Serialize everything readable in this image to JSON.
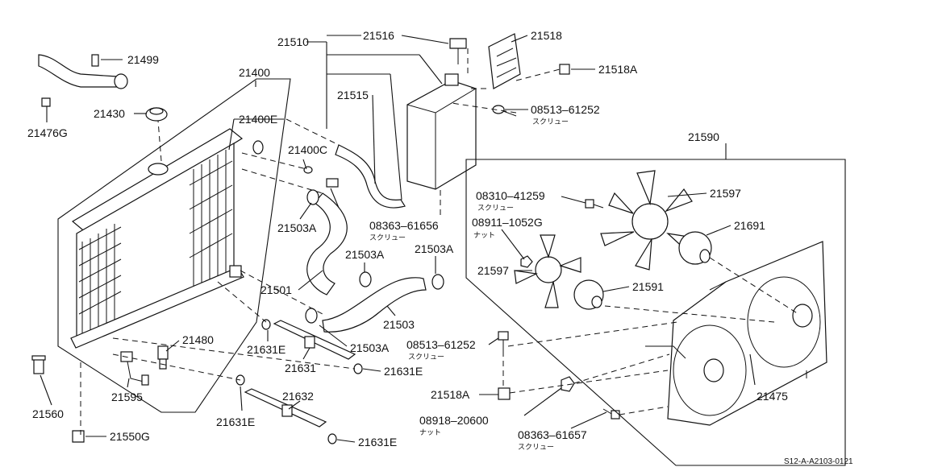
{
  "diagram": {
    "footer_code": "S12-A-A2103-0121",
    "callouts": [
      {
        "id": "21499",
        "text": "21499"
      },
      {
        "id": "21476G",
        "text": "21476G"
      },
      {
        "id": "21430",
        "text": "21430"
      },
      {
        "id": "21400",
        "text": "21400"
      },
      {
        "id": "21400E",
        "text": "21400E"
      },
      {
        "id": "21400C",
        "text": "21400C"
      },
      {
        "id": "21510",
        "text": "21510"
      },
      {
        "id": "21516",
        "text": "21516"
      },
      {
        "id": "21518",
        "text": "21518"
      },
      {
        "id": "21518A_top",
        "text": "21518A"
      },
      {
        "id": "21515",
        "text": "21515"
      },
      {
        "id": "08513_top",
        "text": "08513–61252",
        "sub": "スクリュー"
      },
      {
        "id": "21590",
        "text": "21590"
      },
      {
        "id": "08310",
        "text": "08310–41259",
        "sub": "スクリュー"
      },
      {
        "id": "21597_top",
        "text": "21597"
      },
      {
        "id": "08911",
        "text": "08911–1052G",
        "sub": "ナット"
      },
      {
        "id": "21691",
        "text": "21691"
      },
      {
        "id": "21597_left",
        "text": "21597"
      },
      {
        "id": "21591",
        "text": "21591"
      },
      {
        "id": "21503A_1",
        "text": "21503A"
      },
      {
        "id": "08363_top",
        "text": "08363–61656",
        "sub": "スクリュー"
      },
      {
        "id": "21503A_2",
        "text": "21503A"
      },
      {
        "id": "21503A_3",
        "text": "21503A"
      },
      {
        "id": "21501",
        "text": "21501"
      },
      {
        "id": "21503",
        "text": "21503"
      },
      {
        "id": "21503A_4",
        "text": "21503A"
      },
      {
        "id": "21480",
        "text": "21480"
      },
      {
        "id": "21631E_1",
        "text": "21631E"
      },
      {
        "id": "21631",
        "text": "21631"
      },
      {
        "id": "21631E_2",
        "text": "21631E"
      },
      {
        "id": "08513_mid",
        "text": "08513–61252",
        "sub": "スクリュー"
      },
      {
        "id": "21595",
        "text": "21595"
      },
      {
        "id": "21560",
        "text": "21560"
      },
      {
        "id": "21550G",
        "text": "21550G"
      },
      {
        "id": "21632",
        "text": "21632"
      },
      {
        "id": "21631E_3",
        "text": "21631E"
      },
      {
        "id": "21631E_4",
        "text": "21631E"
      },
      {
        "id": "21518A_bot",
        "text": "21518A"
      },
      {
        "id": "08918",
        "text": "08918–20600",
        "sub": "ナット"
      },
      {
        "id": "08363_bot",
        "text": "08363–61657",
        "sub": "スクリュー"
      },
      {
        "id": "21475",
        "text": "21475"
      }
    ]
  }
}
